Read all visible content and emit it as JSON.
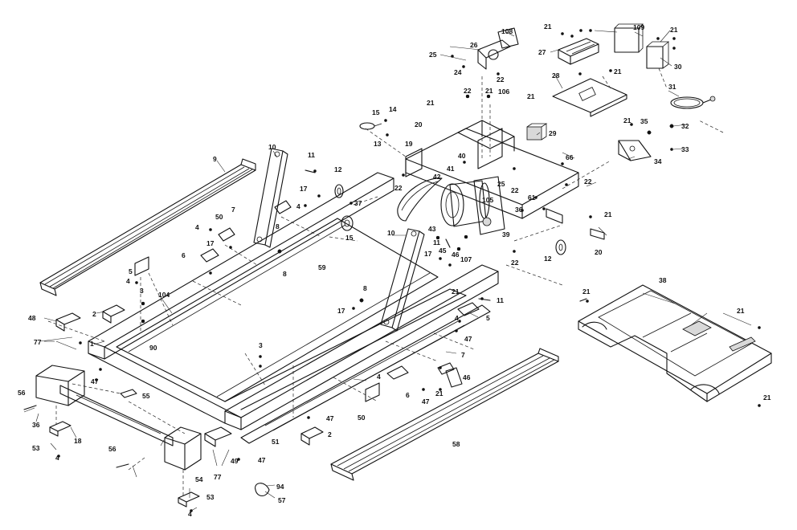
{
  "diagram": {
    "title": "",
    "callouts": [
      {
        "id": "c-2a",
        "text": "2"
      },
      {
        "id": "c-2b",
        "text": "2"
      },
      {
        "id": "c-1",
        "text": "1"
      },
      {
        "id": "c-3a",
        "text": "3"
      },
      {
        "id": "c-3b",
        "text": "3"
      },
      {
        "id": "c-4a",
        "text": "4"
      },
      {
        "id": "c-4b",
        "text": "4"
      },
      {
        "id": "c-4c",
        "text": "4"
      },
      {
        "id": "c-4d",
        "text": "4"
      },
      {
        "id": "c-4e",
        "text": "4"
      },
      {
        "id": "c-4f",
        "text": "4"
      },
      {
        "id": "c-4g",
        "text": "4"
      },
      {
        "id": "c-5a",
        "text": "5"
      },
      {
        "id": "c-5b",
        "text": "5"
      },
      {
        "id": "c-6a",
        "text": "6"
      },
      {
        "id": "c-6b",
        "text": "6"
      },
      {
        "id": "c-7a",
        "text": "7"
      },
      {
        "id": "c-7b",
        "text": "7"
      },
      {
        "id": "c-8a",
        "text": "8"
      },
      {
        "id": "c-8b",
        "text": "8"
      },
      {
        "id": "c-8c",
        "text": "8"
      },
      {
        "id": "c-9",
        "text": "9"
      },
      {
        "id": "c-10a",
        "text": "10"
      },
      {
        "id": "c-10b",
        "text": "10"
      },
      {
        "id": "c-11a",
        "text": "11"
      },
      {
        "id": "c-11b",
        "text": "11"
      },
      {
        "id": "c-11c",
        "text": "11"
      },
      {
        "id": "c-12a",
        "text": "12"
      },
      {
        "id": "c-12b",
        "text": "12"
      },
      {
        "id": "c-13",
        "text": "13"
      },
      {
        "id": "c-14",
        "text": "14"
      },
      {
        "id": "c-15a",
        "text": "15"
      },
      {
        "id": "c-15b",
        "text": "15"
      },
      {
        "id": "c-17a",
        "text": "17"
      },
      {
        "id": "c-17b",
        "text": "17"
      },
      {
        "id": "c-17c",
        "text": "17"
      },
      {
        "id": "c-17d",
        "text": "17"
      },
      {
        "id": "c-18",
        "text": "18"
      },
      {
        "id": "c-19",
        "text": "19"
      },
      {
        "id": "c-20a",
        "text": "20"
      },
      {
        "id": "c-20b",
        "text": "20"
      },
      {
        "id": "c-21a",
        "text": "21"
      },
      {
        "id": "c-21b",
        "text": "21"
      },
      {
        "id": "c-21c",
        "text": "21"
      },
      {
        "id": "c-21d",
        "text": "21"
      },
      {
        "id": "c-21e",
        "text": "21"
      },
      {
        "id": "c-21f",
        "text": "21"
      },
      {
        "id": "c-21g",
        "text": "21"
      },
      {
        "id": "c-21h",
        "text": "21"
      },
      {
        "id": "c-21i",
        "text": "21"
      },
      {
        "id": "c-21j",
        "text": "21"
      },
      {
        "id": "c-21k",
        "text": "21"
      },
      {
        "id": "c-21l",
        "text": "21"
      },
      {
        "id": "c-21m",
        "text": "21"
      },
      {
        "id": "c-22a",
        "text": "22"
      },
      {
        "id": "c-22b",
        "text": "22"
      },
      {
        "id": "c-22c",
        "text": "22"
      },
      {
        "id": "c-22d",
        "text": "22"
      },
      {
        "id": "c-22e",
        "text": "22"
      },
      {
        "id": "c-22f",
        "text": "22"
      },
      {
        "id": "c-24",
        "text": "24"
      },
      {
        "id": "c-25a",
        "text": "25"
      },
      {
        "id": "c-25b",
        "text": "25"
      },
      {
        "id": "c-26",
        "text": "26"
      },
      {
        "id": "c-27",
        "text": "27"
      },
      {
        "id": "c-28",
        "text": "28"
      },
      {
        "id": "c-29",
        "text": "29"
      },
      {
        "id": "c-30",
        "text": "30"
      },
      {
        "id": "c-31",
        "text": "31"
      },
      {
        "id": "c-32",
        "text": "32"
      },
      {
        "id": "c-33",
        "text": "33"
      },
      {
        "id": "c-34",
        "text": "34"
      },
      {
        "id": "c-35",
        "text": "35"
      },
      {
        "id": "c-36a",
        "text": "36"
      },
      {
        "id": "c-36b",
        "text": "36"
      },
      {
        "id": "c-37",
        "text": "37"
      },
      {
        "id": "c-38",
        "text": "38"
      },
      {
        "id": "c-39",
        "text": "39"
      },
      {
        "id": "c-40",
        "text": "40"
      },
      {
        "id": "c-41",
        "text": "41"
      },
      {
        "id": "c-42",
        "text": "42"
      },
      {
        "id": "c-43",
        "text": "43"
      },
      {
        "id": "c-45",
        "text": "45"
      },
      {
        "id": "c-46a",
        "text": "46"
      },
      {
        "id": "c-46b",
        "text": "46"
      },
      {
        "id": "c-47a",
        "text": "47"
      },
      {
        "id": "c-47b",
        "text": "47"
      },
      {
        "id": "c-47c",
        "text": "47"
      },
      {
        "id": "c-47d",
        "text": "47"
      },
      {
        "id": "c-47e",
        "text": "47"
      },
      {
        "id": "c-48",
        "text": "48"
      },
      {
        "id": "c-49",
        "text": "49"
      },
      {
        "id": "c-50a",
        "text": "50"
      },
      {
        "id": "c-50b",
        "text": "50"
      },
      {
        "id": "c-51",
        "text": "51"
      },
      {
        "id": "c-53a",
        "text": "53"
      },
      {
        "id": "c-53b",
        "text": "53"
      },
      {
        "id": "c-54",
        "text": "54"
      },
      {
        "id": "c-55",
        "text": "55"
      },
      {
        "id": "c-56a",
        "text": "56"
      },
      {
        "id": "c-56b",
        "text": "56"
      },
      {
        "id": "c-57",
        "text": "57"
      },
      {
        "id": "c-58",
        "text": "58"
      },
      {
        "id": "c-59",
        "text": "59"
      },
      {
        "id": "c-61",
        "text": "61"
      },
      {
        "id": "c-66",
        "text": "66"
      },
      {
        "id": "c-77a",
        "text": "77"
      },
      {
        "id": "c-77b",
        "text": "77"
      },
      {
        "id": "c-90",
        "text": "90"
      },
      {
        "id": "c-94",
        "text": "94"
      },
      {
        "id": "c-104",
        "text": "104"
      },
      {
        "id": "c-105",
        "text": "105"
      },
      {
        "id": "c-106",
        "text": "106"
      },
      {
        "id": "c-107",
        "text": "107"
      },
      {
        "id": "c-108",
        "text": "108"
      },
      {
        "id": "c-109",
        "text": "109"
      }
    ]
  }
}
